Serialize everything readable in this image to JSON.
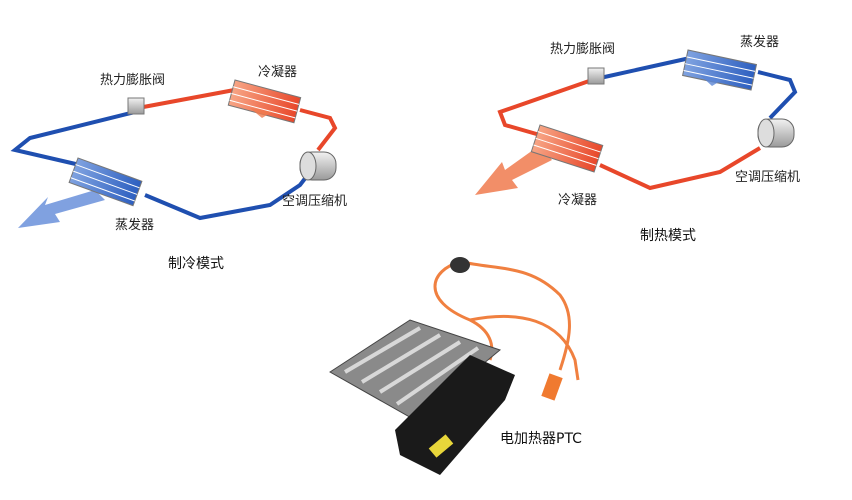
{
  "cooling_mode": {
    "title": "制冷模式",
    "expansion_valve": "热力膨胀阀",
    "condenser": "冷凝器",
    "compressor": "空调压缩机",
    "evaporator": "蒸发器"
  },
  "heating_mode": {
    "title": "制热模式",
    "expansion_valve": "热力膨胀阀",
    "evaporator": "蒸发器",
    "compressor": "空调压缩机",
    "condenser": "冷凝器"
  },
  "ptc": {
    "label": "电加热器PTC"
  },
  "colors": {
    "hot_line": "#e8472a",
    "cold_line": "#1f4fb0",
    "cold_arrow": "#5b86d6",
    "hot_arrow": "#f07a4e"
  }
}
